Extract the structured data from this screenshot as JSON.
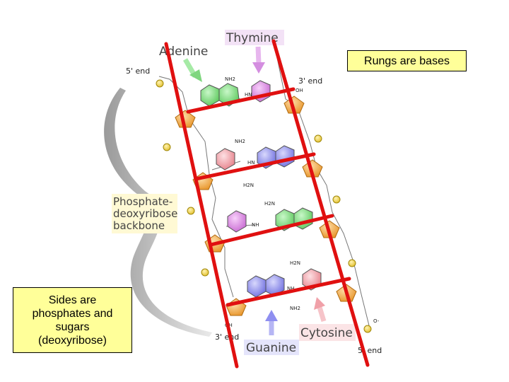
{
  "labels": {
    "adenine": "Adenine",
    "thymine": "Thymine",
    "cytosine": "Cytosine",
    "guanine": "Guanine",
    "five_end_top": "5' end",
    "three_end_top": "3' end",
    "three_end_bottom": "3' end",
    "five_end_bottom": "5' end",
    "backbone_line1": "Phosphate-",
    "backbone_line2": "deoxyribose",
    "backbone_line3": "backbone"
  },
  "callouts": {
    "rungs": "Rungs are bases",
    "sides_line1": "Sides are",
    "sides_line2": "phosphates and",
    "sides_line3": "sugars",
    "sides_line4": "(deoxyribose)"
  },
  "colors": {
    "adenine": "#7fe07f",
    "thymine": "#e08ae8",
    "cytosine": "#f4a0a8",
    "guanine": "#8f8ff0",
    "sugar": "#f5b048",
    "phosphate": "#f2d455",
    "ladder": "#e01010",
    "callout": "#ffff99"
  }
}
